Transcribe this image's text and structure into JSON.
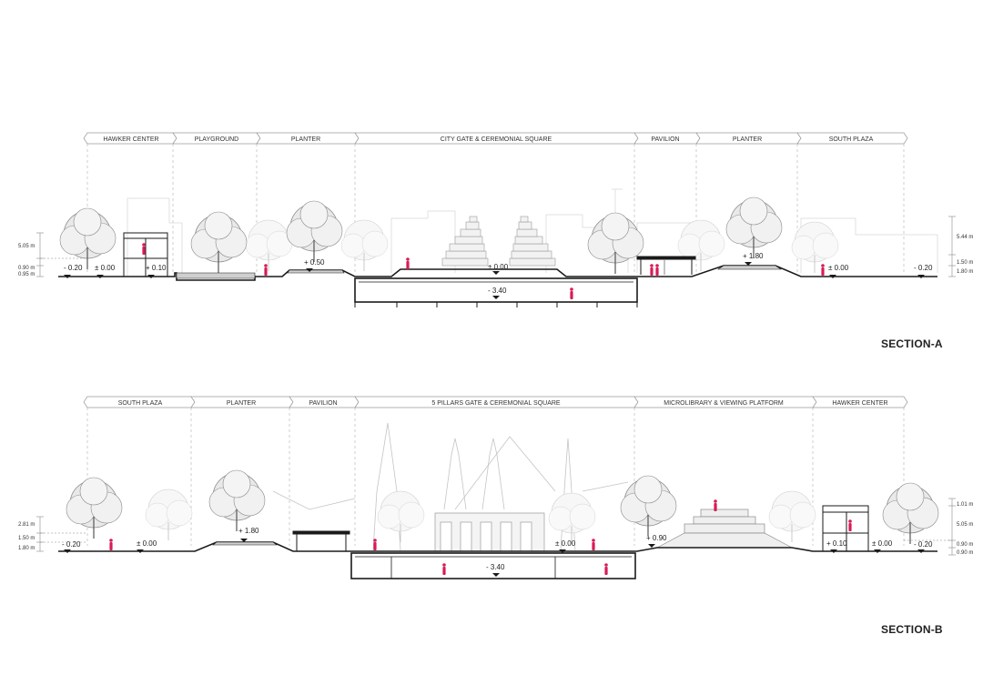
{
  "sections": [
    {
      "title": "SECTION-A",
      "zones": [
        "HAWKER CENTER",
        "PLAYGROUND",
        "PLANTER",
        "CITY GATE & CEREMONIAL SQUARE",
        "PAVILION",
        "PLANTER",
        "SOUTH PLAZA"
      ],
      "left_dims": [
        "5.05 m",
        "0.90 m",
        "0.95 m"
      ],
      "right_dims": [
        "5.44 m",
        "1.50 m",
        "1.80 m"
      ],
      "levels": [
        "- 0.20",
        "± 0.00",
        "+ 0.10",
        "+ 0.50",
        "± 0.00",
        "- 3.40",
        "+ 1.80",
        "± 0.00",
        "- 0.20"
      ]
    },
    {
      "title": "SECTION-B",
      "zones": [
        "SOUTH PLAZA",
        "PLANTER",
        "PAVILION",
        "5 PILLARS GATE & CEREMONIAL SQUARE",
        "MICROLIBRARY & VIEWING PLATFORM",
        "HAWKER CENTER"
      ],
      "left_dims": [
        "2.81 m",
        "1.50 m",
        "1.80 m"
      ],
      "right_dims": [
        "1.01 m",
        "5.05 m",
        "0.90 m",
        "0.90 m"
      ],
      "levels": [
        "- 0.20",
        "± 0.00",
        "+ 1.80",
        "- 3.40",
        "± 0.00",
        "+ 0.90",
        "+ 0.10",
        "± 0.00",
        "- 0.20"
      ]
    }
  ],
  "colors": {
    "line": "#1a1a1a",
    "figure": "#d81b55",
    "tree": "#9a9a9a",
    "faint": "#c8c8c8"
  }
}
